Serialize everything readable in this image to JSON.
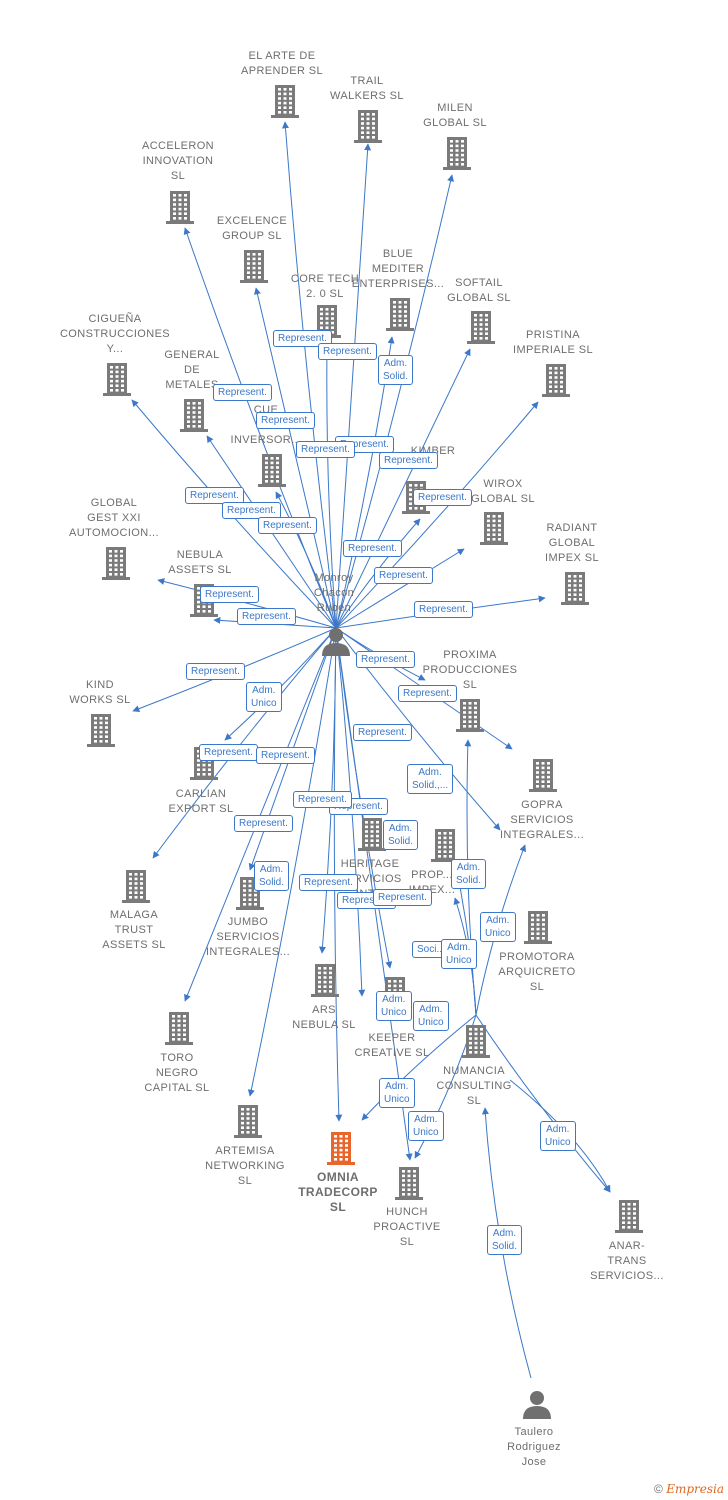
{
  "colors": {
    "company": "#7a7a7a",
    "highlight": "#e8662c",
    "edge": "#3b78c9",
    "person": "#707070"
  },
  "footer": {
    "copyright": "©",
    "brand": "Empresia"
  },
  "nodes": [
    {
      "id": "arte",
      "label": "EL ARTE DE\nAPRENDER  SL",
      "kind": "company"
    },
    {
      "id": "trail",
      "label": "TRAIL\nWALKERS  SL",
      "kind": "company"
    },
    {
      "id": "milen",
      "label": "MILEN\nGLOBAL  SL",
      "kind": "company"
    },
    {
      "id": "acceleron",
      "label": "ACCELERON\nINNOVATION\nSL",
      "kind": "company"
    },
    {
      "id": "excelence",
      "label": "EXCELENCE\nGROUP  SL",
      "kind": "company"
    },
    {
      "id": "blue",
      "label": "BLUE\nMEDITER\nENTERPRISES...",
      "kind": "company"
    },
    {
      "id": "coretech",
      "label": "CORE TECH\n2. 0  SL",
      "kind": "company"
    },
    {
      "id": "softail",
      "label": "SOFTAIL\nGLOBAL  SL",
      "kind": "company"
    },
    {
      "id": "pristina",
      "label": "PRISTINA\nIMPERIALE  SL",
      "kind": "company"
    },
    {
      "id": "ciguena",
      "label": "CIGUEÑA\nCONSTRUCCIONES\nY...",
      "kind": "company"
    },
    {
      "id": "general",
      "label": "GENERAL\nDE\nMETALES",
      "kind": "company"
    },
    {
      "id": "cue",
      "label": "CUE\nC...\nINVERSOR...",
      "kind": "company"
    },
    {
      "id": "kimber",
      "label": "KIMBER",
      "kind": "company"
    },
    {
      "id": "wirox",
      "label": "WIROX\nGLOBAL  SL",
      "kind": "company"
    },
    {
      "id": "global",
      "label": "GLOBAL\nGEST XXI\nAUTOMOCION...",
      "kind": "company"
    },
    {
      "id": "radiant",
      "label": "RADIANT\nGLOBAL\nIMPEX  SL",
      "kind": "company"
    },
    {
      "id": "nebula",
      "label": "NEBULA\nASSETS  SL",
      "kind": "company"
    },
    {
      "id": "monroy",
      "label": "Monroy\nChacon\nRuben",
      "kind": "person"
    },
    {
      "id": "kind",
      "label": "KIND\nWORKS  SL",
      "kind": "company"
    },
    {
      "id": "proxima",
      "label": "PROXIMA\nPRODUCCIONES\nSL",
      "kind": "company"
    },
    {
      "id": "carlian",
      "label": "CARLIAN\nEXPORT SL",
      "kind": "company"
    },
    {
      "id": "gopra",
      "label": "GOPRA\nSERVICIOS\nINTEGRALES...",
      "kind": "company"
    },
    {
      "id": "heritage",
      "label": "HERITAGE\nSERVICIOS\nINT...",
      "kind": "company"
    },
    {
      "id": "propimpex",
      "label": "PROP...\nIMPEX...",
      "kind": "company"
    },
    {
      "id": "malaga",
      "label": "MALAGA\nTRUST\nASSETS  SL",
      "kind": "company"
    },
    {
      "id": "jumbo",
      "label": "JUMBO\nSERVICIOS\nINTEGRALES...",
      "kind": "company"
    },
    {
      "id": "promotora",
      "label": "PROMOTORA\nARQUICRETO\nSL",
      "kind": "company"
    },
    {
      "id": "ars",
      "label": "ARS\nNEBULA  SL",
      "kind": "company"
    },
    {
      "id": "keeper",
      "label": "KEEPER\nCREATIVE  SL",
      "kind": "company"
    },
    {
      "id": "numancia",
      "label": "NUMANCIA\nCONSULTING\nSL",
      "kind": "company"
    },
    {
      "id": "toro",
      "label": "TORO\nNEGRO\nCAPITAL  SL",
      "kind": "company"
    },
    {
      "id": "artemisa",
      "label": "ARTEMISA\nNETWORKING\nSL",
      "kind": "company"
    },
    {
      "id": "omnia",
      "label": "OMNIA\nTRADECORP\nSL",
      "kind": "main"
    },
    {
      "id": "hunch",
      "label": "HUNCH\nPROACTIVE\nSL",
      "kind": "company"
    },
    {
      "id": "anar",
      "label": "ANAR-\nTRANS\nSERVICIOS...",
      "kind": "company"
    },
    {
      "id": "taulero",
      "label": "Taulero\nRodriguez\nJose",
      "kind": "person"
    }
  ],
  "edge_labels": [
    {
      "id": "e1",
      "text": "Represent."
    },
    {
      "id": "e2",
      "text": "Represent."
    },
    {
      "id": "e3",
      "text": "Adm.\nSolid."
    },
    {
      "id": "e4",
      "text": "Represent."
    },
    {
      "id": "e5",
      "text": "Represent."
    },
    {
      "id": "e6",
      "text": "Represent."
    },
    {
      "id": "e7",
      "text": "Represent."
    },
    {
      "id": "e8",
      "text": "Represent."
    },
    {
      "id": "e9",
      "text": "Represent."
    },
    {
      "id": "e10",
      "text": "Represent."
    },
    {
      "id": "e11",
      "text": "Represent."
    },
    {
      "id": "e12",
      "text": "Represent."
    },
    {
      "id": "e13",
      "text": "Represent."
    },
    {
      "id": "e14",
      "text": "Represent."
    },
    {
      "id": "e15",
      "text": "Represent."
    },
    {
      "id": "e16",
      "text": "Represent."
    },
    {
      "id": "e17",
      "text": "Represent."
    },
    {
      "id": "e18",
      "text": "Represent."
    },
    {
      "id": "e19",
      "text": "Represent."
    },
    {
      "id": "e20",
      "text": "Represent."
    },
    {
      "id": "e21",
      "text": "Adm.\nUnico"
    },
    {
      "id": "e22",
      "text": "Represent."
    },
    {
      "id": "e23",
      "text": "Represent."
    },
    {
      "id": "e24",
      "text": "Represent."
    },
    {
      "id": "e25",
      "text": "Represent."
    },
    {
      "id": "e26",
      "text": "Adm.\nSolid.,..."
    },
    {
      "id": "e27",
      "text": "Represent."
    },
    {
      "id": "e28",
      "text": "Represent."
    },
    {
      "id": "e29",
      "text": "Adm.\nSolid."
    },
    {
      "id": "e30",
      "text": "Adm.\nSolid."
    },
    {
      "id": "e31",
      "text": "Represent."
    },
    {
      "id": "e32",
      "text": "Adm.\nSolid."
    },
    {
      "id": "e33",
      "text": "Represent."
    },
    {
      "id": "e34",
      "text": "Represent."
    },
    {
      "id": "e35",
      "text": "Adm.\nUnico"
    },
    {
      "id": "e36",
      "text": "Soci..."
    },
    {
      "id": "e37",
      "text": "Adm.\nUnico"
    },
    {
      "id": "e38",
      "text": "Adm.\nUnico"
    },
    {
      "id": "e39",
      "text": "Adm.\nUnico"
    },
    {
      "id": "e40",
      "text": "Adm.\nUnico"
    },
    {
      "id": "e41",
      "text": "Adm.\nUnico"
    },
    {
      "id": "e42",
      "text": "Adm.\nUnico"
    },
    {
      "id": "e43",
      "text": "Adm.\nSolid."
    }
  ]
}
